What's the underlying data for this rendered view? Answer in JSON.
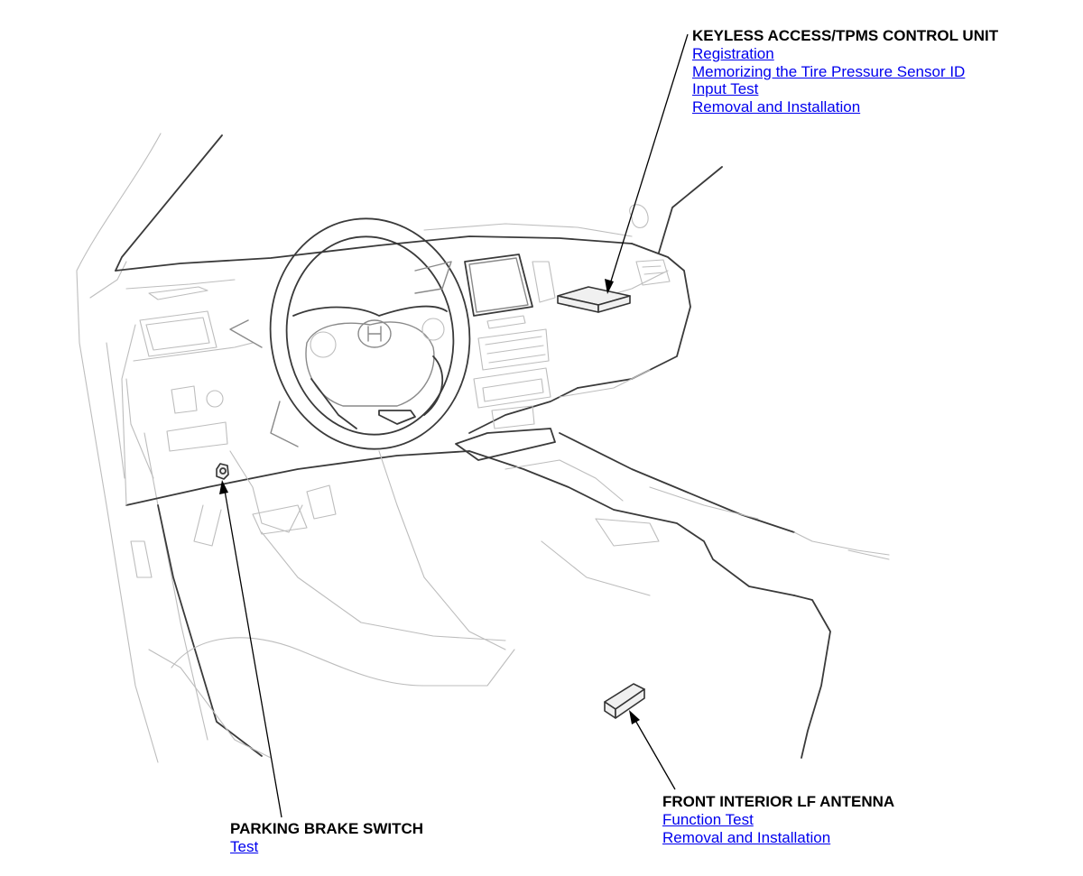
{
  "callouts": {
    "keyless": {
      "title": "KEYLESS ACCESS/TPMS CONTROL UNIT",
      "links": [
        "Registration",
        "Memorizing the Tire Pressure Sensor ID",
        "Input Test",
        "Removal and Installation"
      ]
    },
    "parking": {
      "title": "PARKING BRAKE SWITCH",
      "links": [
        "Test"
      ]
    },
    "antenna": {
      "title": "FRONT INTERIOR LF ANTENNA",
      "links": [
        "Function Test",
        "Removal and Installation"
      ]
    }
  },
  "colors": {
    "link": "#0000ee",
    "title": "#000000",
    "drawing": "#bdbdbd"
  }
}
